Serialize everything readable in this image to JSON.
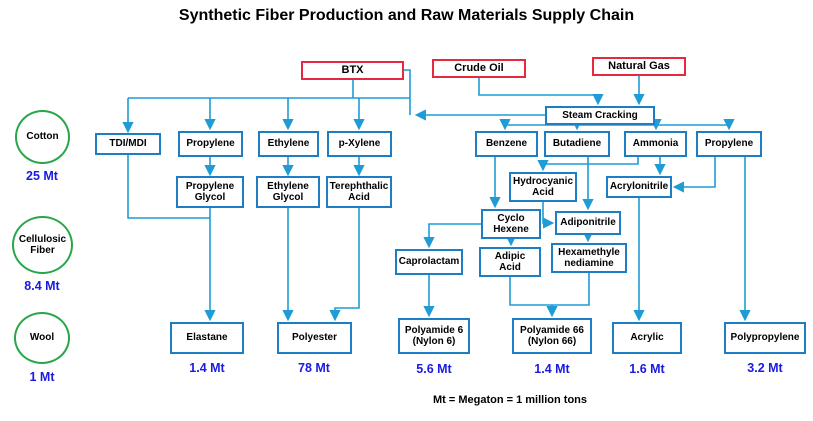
{
  "title": "Synthetic Fiber Production and Raw Materials Supply Chain",
  "footnote": "Mt = Megaton = 1 million tons",
  "colors": {
    "source_box_border": "#e8283c",
    "process_box_border": "#1d7fc3",
    "connector_line": "#1f9cd6",
    "natural_fiber_circle": "#27a74a",
    "amount_text": "#1a1ae0"
  },
  "raw_sources": {
    "btx": "BTX",
    "crude_oil": "Crude Oil",
    "natural_gas": "Natural Gas"
  },
  "process": {
    "steam_cracking": "Steam Cracking"
  },
  "natural_fibers": [
    {
      "name": "Cotton",
      "production": "25 Mt"
    },
    {
      "name": "Cellulosic Fiber",
      "production": "8.4 Mt"
    },
    {
      "name": "Wool",
      "production": "1 Mt"
    }
  ],
  "intermediates": {
    "tdi_mdi": "TDI/MDI",
    "propylene_left": "Propylene",
    "ethylene": "Ethylene",
    "p_xylene": "p-Xylene",
    "benzene": "Benzene",
    "butadiene": "Butadiene",
    "ammonia": "Ammonia",
    "propylene_right": "Propylene",
    "propylene_glycol": "Propylene Glycol",
    "ethylene_glycol": "Ethylene Glycol",
    "terephthalic_acid": "Terephthalic Acid",
    "hydrocyanic_acid": "Hydrocyanic Acid",
    "acrylonitrile": "Acrylonitrile",
    "cyclo_hexene": "Cyclo Hexene",
    "adiponitrile": "Adiponitrile",
    "caprolactam": "Caprolactam",
    "adipic_acid": "Adipic Acid",
    "hexamethylenediamine": "Hexamethyle nediamine"
  },
  "products": [
    {
      "name": "Elastane",
      "production": "1.4 Mt"
    },
    {
      "name": "Polyester",
      "production": "78 Mt"
    },
    {
      "name": "Polyamide 6 (Nylon 6)",
      "production": "5.6 Mt"
    },
    {
      "name": "Polyamide 66 (Nylon 66)",
      "production": "1.4 Mt"
    },
    {
      "name": "Acrylic",
      "production": "1.6 Mt"
    },
    {
      "name": "Polypropylene",
      "production": "3.2 Mt"
    }
  ]
}
